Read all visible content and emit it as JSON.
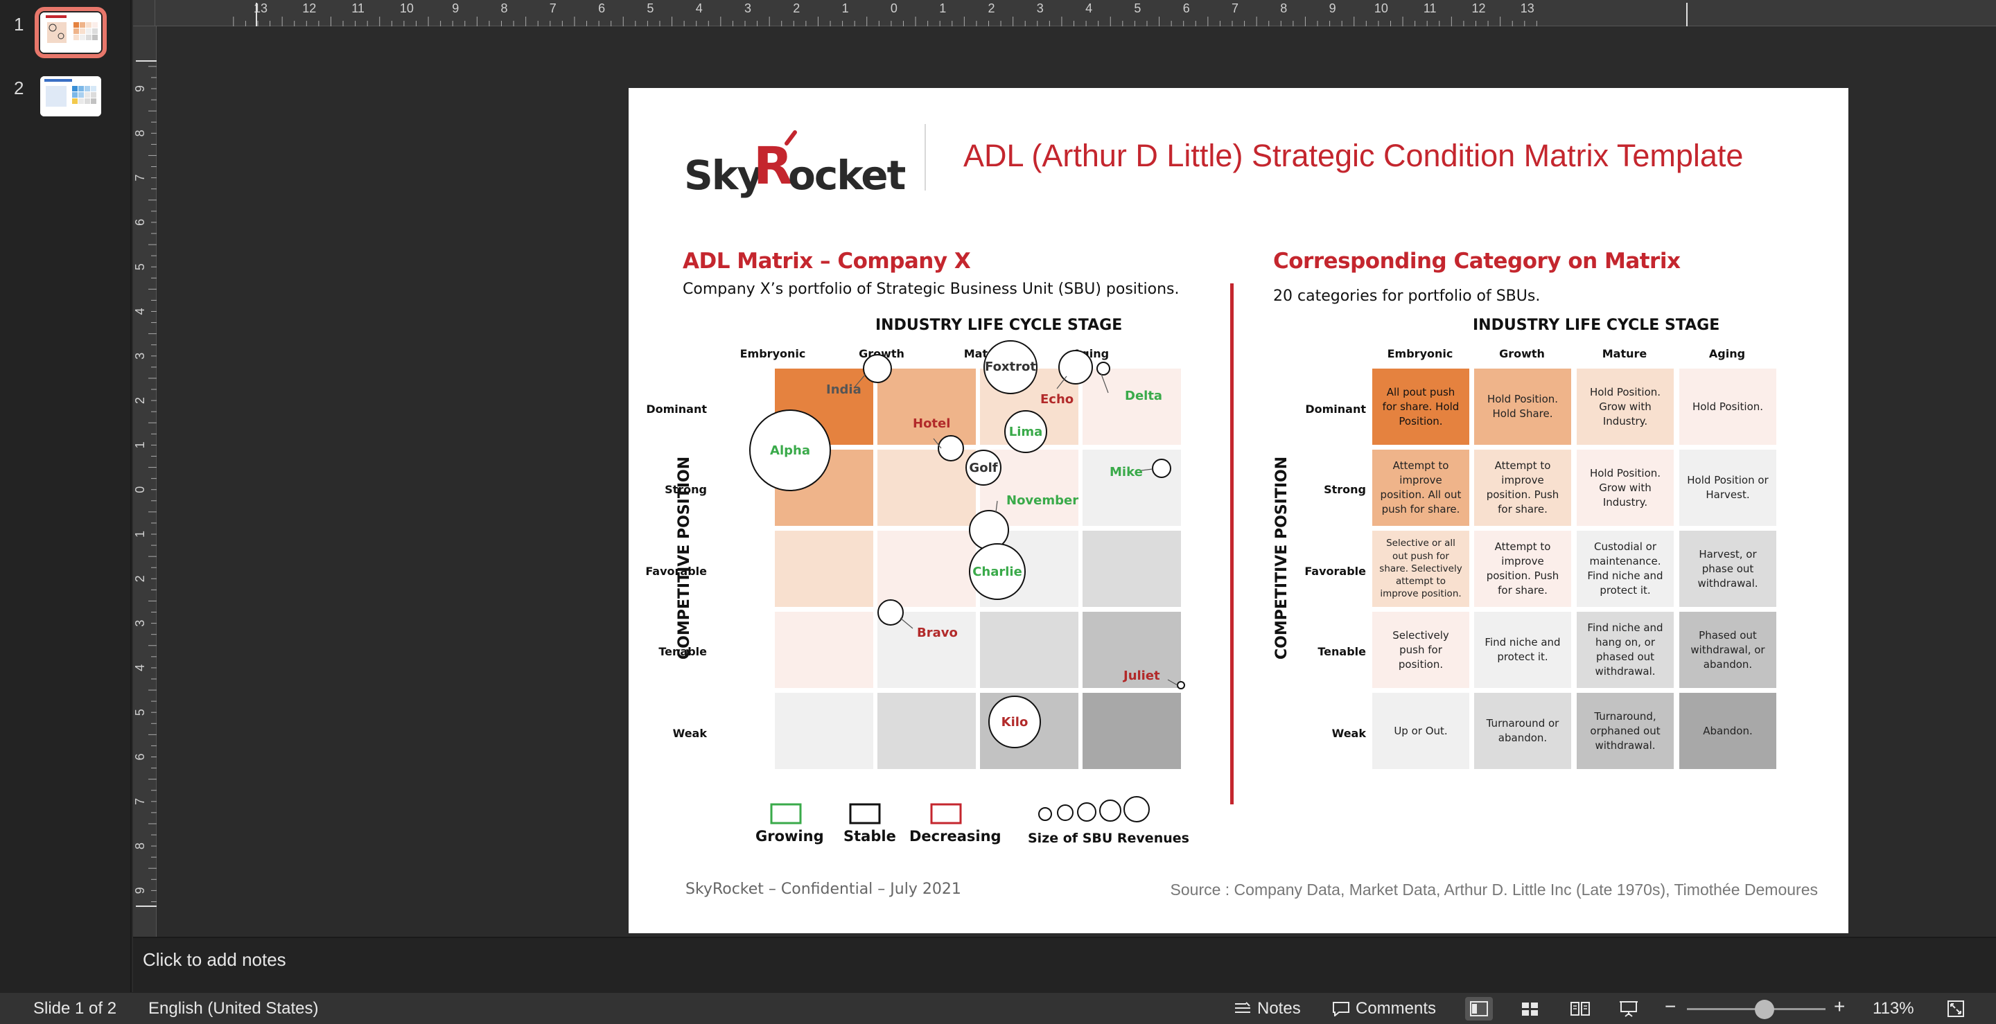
{
  "thumbnails": [
    {
      "number": "1"
    },
    {
      "number": "2"
    }
  ],
  "slide": {
    "logo_text": "SkyRocket",
    "title": "ADL (Arthur D Little) Strategic Condition Matrix Template",
    "left": {
      "title": "ADL Matrix – Company X",
      "subtitle": "Company X’s portfolio of Strategic Business Unit (SBU) positions.",
      "axis_top": "INDUSTRY LIFE CYCLE STAGE",
      "axis_left": "COMPETITIVE POSITION",
      "columns": [
        "Embryonic",
        "Growth",
        "Mature",
        "Aging"
      ],
      "rows": [
        "Dominant",
        "Strong",
        "Favorable",
        "Tenable",
        "Weak"
      ],
      "sbus": [
        {
          "name": "India",
          "color": "#555555"
        },
        {
          "name": "Foxtrot",
          "color": "#333333"
        },
        {
          "name": "Echo",
          "color": "#b22a2a"
        },
        {
          "name": "Delta",
          "color": "#3aaa4a"
        },
        {
          "name": "Hotel",
          "color": "#b22a2a"
        },
        {
          "name": "Lima",
          "color": "#3aaa4a"
        },
        {
          "name": "Alpha",
          "color": "#3aaa4a"
        },
        {
          "name": "Golf",
          "color": "#333333"
        },
        {
          "name": "Mike",
          "color": "#3aaa4a"
        },
        {
          "name": "November",
          "color": "#3aaa4a"
        },
        {
          "name": "Charlie",
          "color": "#3aaa4a"
        },
        {
          "name": "Bravo",
          "color": "#b22a2a"
        },
        {
          "name": "Juliet",
          "color": "#b22a2a"
        },
        {
          "name": "Kilo",
          "color": "#b22a2a"
        }
      ],
      "legend": {
        "growing": "Growing",
        "stable": "Stable",
        "decreasing": "Decreasing",
        "size": "Size of SBU Revenues"
      }
    },
    "right": {
      "title": "Corresponding Category on Matrix",
      "subtitle": "20 categories for portfolio of SBUs.",
      "axis_top": "INDUSTRY LIFE CYCLE STAGE",
      "axis_left": "COMPETITIVE POSITION",
      "columns": [
        "Embryonic",
        "Growth",
        "Mature",
        "Aging"
      ],
      "rows": [
        "Dominant",
        "Strong",
        "Favorable",
        "Tenable",
        "Weak"
      ],
      "cells": [
        [
          "All pout push for share. Hold Position.",
          "Hold Position. Hold Share.",
          "Hold Position. Grow with Industry.",
          "Hold Position."
        ],
        [
          "Attempt to improve position. All out push for share.",
          "Attempt to improve position. Push for share.",
          "Hold Position. Grow with Industry.",
          "Hold Position or Harvest."
        ],
        [
          "Selective or all out push for share. Selectively attempt to improve position.",
          "Attempt to improve position. Push for share.",
          "Custodial or maintenance. Find niche and protect it.",
          "Harvest, or phase out withdrawal."
        ],
        [
          "Selectively push for position.",
          "Find niche and protect it.",
          "Find niche and hang on, or phased out withdrawal.",
          "Phased out withdrawal, or abandon."
        ],
        [
          "Up or Out.",
          "Turnaround or abandon.",
          "Turnaround, orphaned out withdrawal.",
          "Abandon."
        ]
      ]
    },
    "footer_left": "SkyRocket – Confidential – July 2021",
    "footer_right": "Source : Company Data, Market Data, Arthur D. Little Inc (Late 1970s), Timothée Demoures"
  },
  "notes_placeholder": "Click to add notes",
  "status": {
    "slide_indicator": "Slide 1 of 2",
    "language": "English (United States)",
    "notes": "Notes",
    "comments": "Comments",
    "zoom_minus": "−",
    "zoom_plus": "+",
    "zoom": "113%",
    "zoom_level": 0.56
  },
  "ruler": {
    "h_labels": [
      "13",
      "12",
      "11",
      "10",
      "9",
      "8",
      "7",
      "6",
      "5",
      "4",
      "3",
      "2",
      "1",
      "0",
      "1",
      "2",
      "3",
      "4",
      "5",
      "6",
      "7",
      "8",
      "9",
      "10",
      "11",
      "12",
      "13"
    ],
    "v_labels": [
      "9",
      "8",
      "7",
      "6",
      "5",
      "4",
      "3",
      "2",
      "1",
      "0",
      "1",
      "2",
      "3",
      "4",
      "5",
      "6",
      "7",
      "8",
      "9"
    ]
  },
  "colors": {
    "accent": "#c4262e",
    "orange_dark": "#e5823f",
    "orange_mid": "#efb48a",
    "orange_light": "#f8e0cf",
    "pink_light": "#fbeeea",
    "gray_light": "#f0f0f0",
    "gray_mid": "#dcdcdc",
    "gray_dark": "#c2c2c2",
    "gray_darker": "#a8a8a8"
  }
}
